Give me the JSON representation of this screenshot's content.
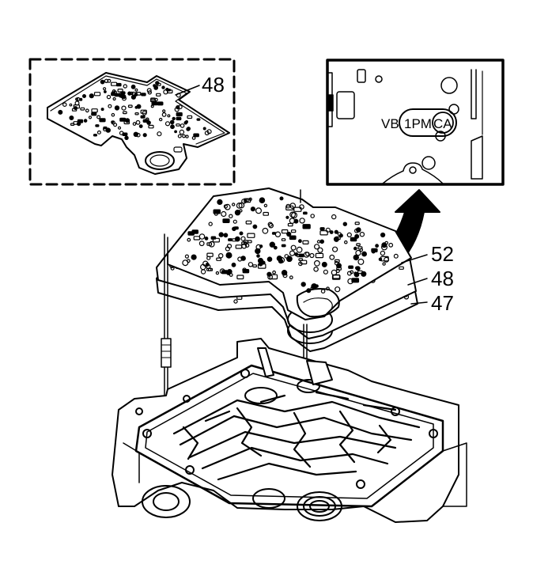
{
  "callouts": {
    "inset_plate": "48",
    "upper_gasket": "52",
    "spacer_plate": "48",
    "lower_gasket": "47"
  },
  "stamp": {
    "prefix": "VB",
    "middle": "1PM",
    "circled": "CA"
  },
  "colors": {
    "line": "#000000",
    "background": "#ffffff"
  }
}
